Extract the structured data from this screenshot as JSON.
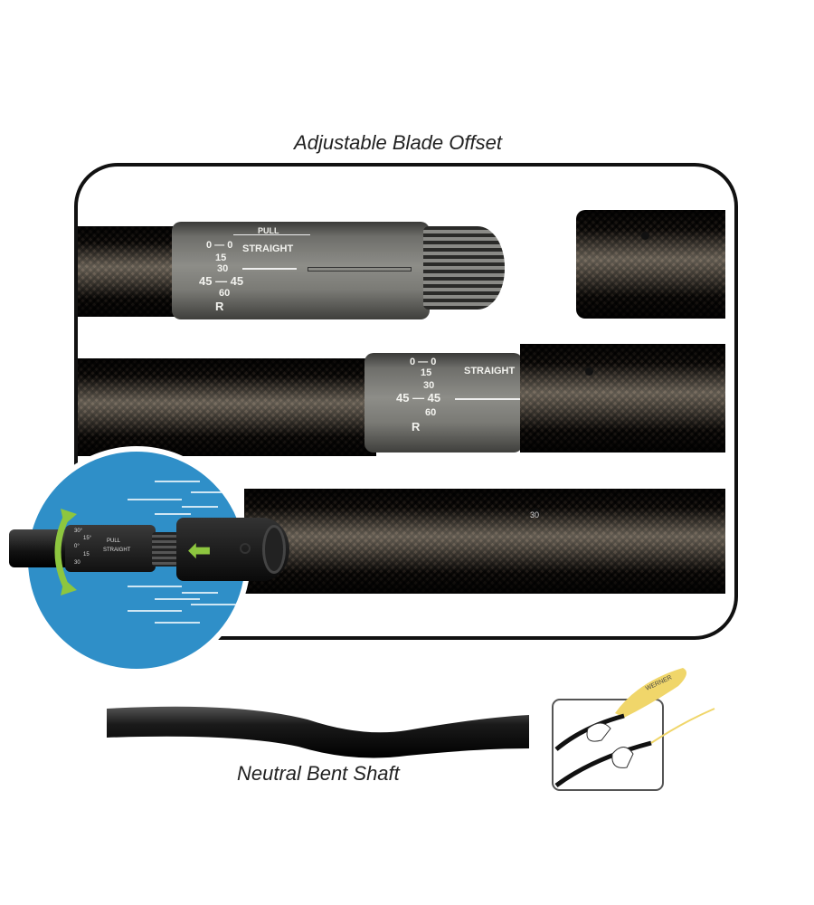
{
  "title": "Adjustable Blade Offset",
  "caption": "Neutral Bent Shaft",
  "ferrule_scale": {
    "top": "0 — 0",
    "s15": "15",
    "s30": "30",
    "s45": "45 — 45",
    "s60": "60",
    "r": "R",
    "pull": "PULL",
    "straight": "STRAIGHT"
  },
  "shaft_mark": "30",
  "inset": {
    "pull": "PULL",
    "straight": "STRAIGHT",
    "marks": [
      "30°",
      "15°",
      "0°",
      "15",
      "30"
    ]
  },
  "blade_brand": "WERNER",
  "colors": {
    "inset_bg": "#2f8fc8",
    "arrow": "#8dc63f",
    "blade": "#f0d66a"
  }
}
